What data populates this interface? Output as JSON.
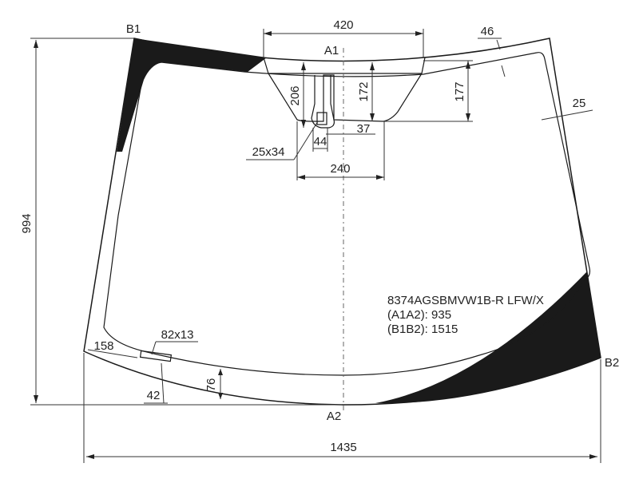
{
  "points": {
    "a1": "A1",
    "a2": "A2",
    "b1": "B1",
    "b2": "B2"
  },
  "dimensions": {
    "top_width": "420",
    "corner_offset": "46",
    "side_offset": "25",
    "sensor_height": "206",
    "sensor_inner_height": "172",
    "sensor_right_height": "177",
    "sensor_offset": "37",
    "sensor_small_width": "44",
    "sensor_width": "240",
    "sensor_window": "25x34",
    "overall_height": "994",
    "overall_width": "1435",
    "bottom_left": "158",
    "bottom_band": "76",
    "vin_window": "82x13",
    "vin_offset": "42"
  },
  "info": {
    "part_number": "8374AGSBMVW1B-R LFW/X",
    "a1a2": "(A1A2): 935",
    "b1b2": "(B1B2): 1515"
  },
  "colors": {
    "outline": "#1a1a1a",
    "dark_band": "#1a1a1a",
    "dimension": "#333333"
  }
}
